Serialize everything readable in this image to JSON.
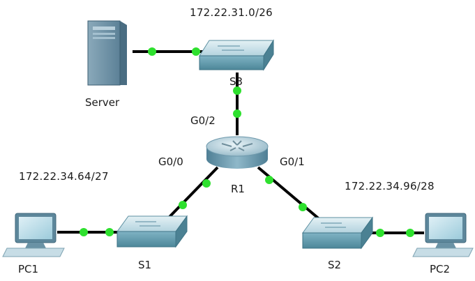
{
  "colors": {
    "link": "#000000",
    "link_light": "#2ee02e",
    "switch_top": "#c9dfe6",
    "switch_front": "#5f97aa",
    "router_body": "#6f9bb0",
    "server_body": "#6f93a8",
    "pc_screen": "#b4dbe8"
  },
  "networks": {
    "server_lan": "172.22.31.0/26",
    "pc1_lan": "172.22.34.64/27",
    "pc2_lan": "172.22.34.96/28"
  },
  "devices": {
    "server": {
      "label": "Server",
      "icon": "server-icon"
    },
    "s3": {
      "label": "S3",
      "icon": "switch-icon"
    },
    "r1": {
      "label": "R1",
      "icon": "router-icon"
    },
    "s1": {
      "label": "S1",
      "icon": "switch-icon"
    },
    "s2": {
      "label": "S2",
      "icon": "switch-icon"
    },
    "pc1": {
      "label": "PC1",
      "icon": "pc-icon"
    },
    "pc2": {
      "label": "PC2",
      "icon": "pc-icon"
    }
  },
  "interfaces": {
    "r1_g0_0": "G0/0",
    "r1_g0_1": "G0/1",
    "r1_g0_2": "G0/2"
  }
}
